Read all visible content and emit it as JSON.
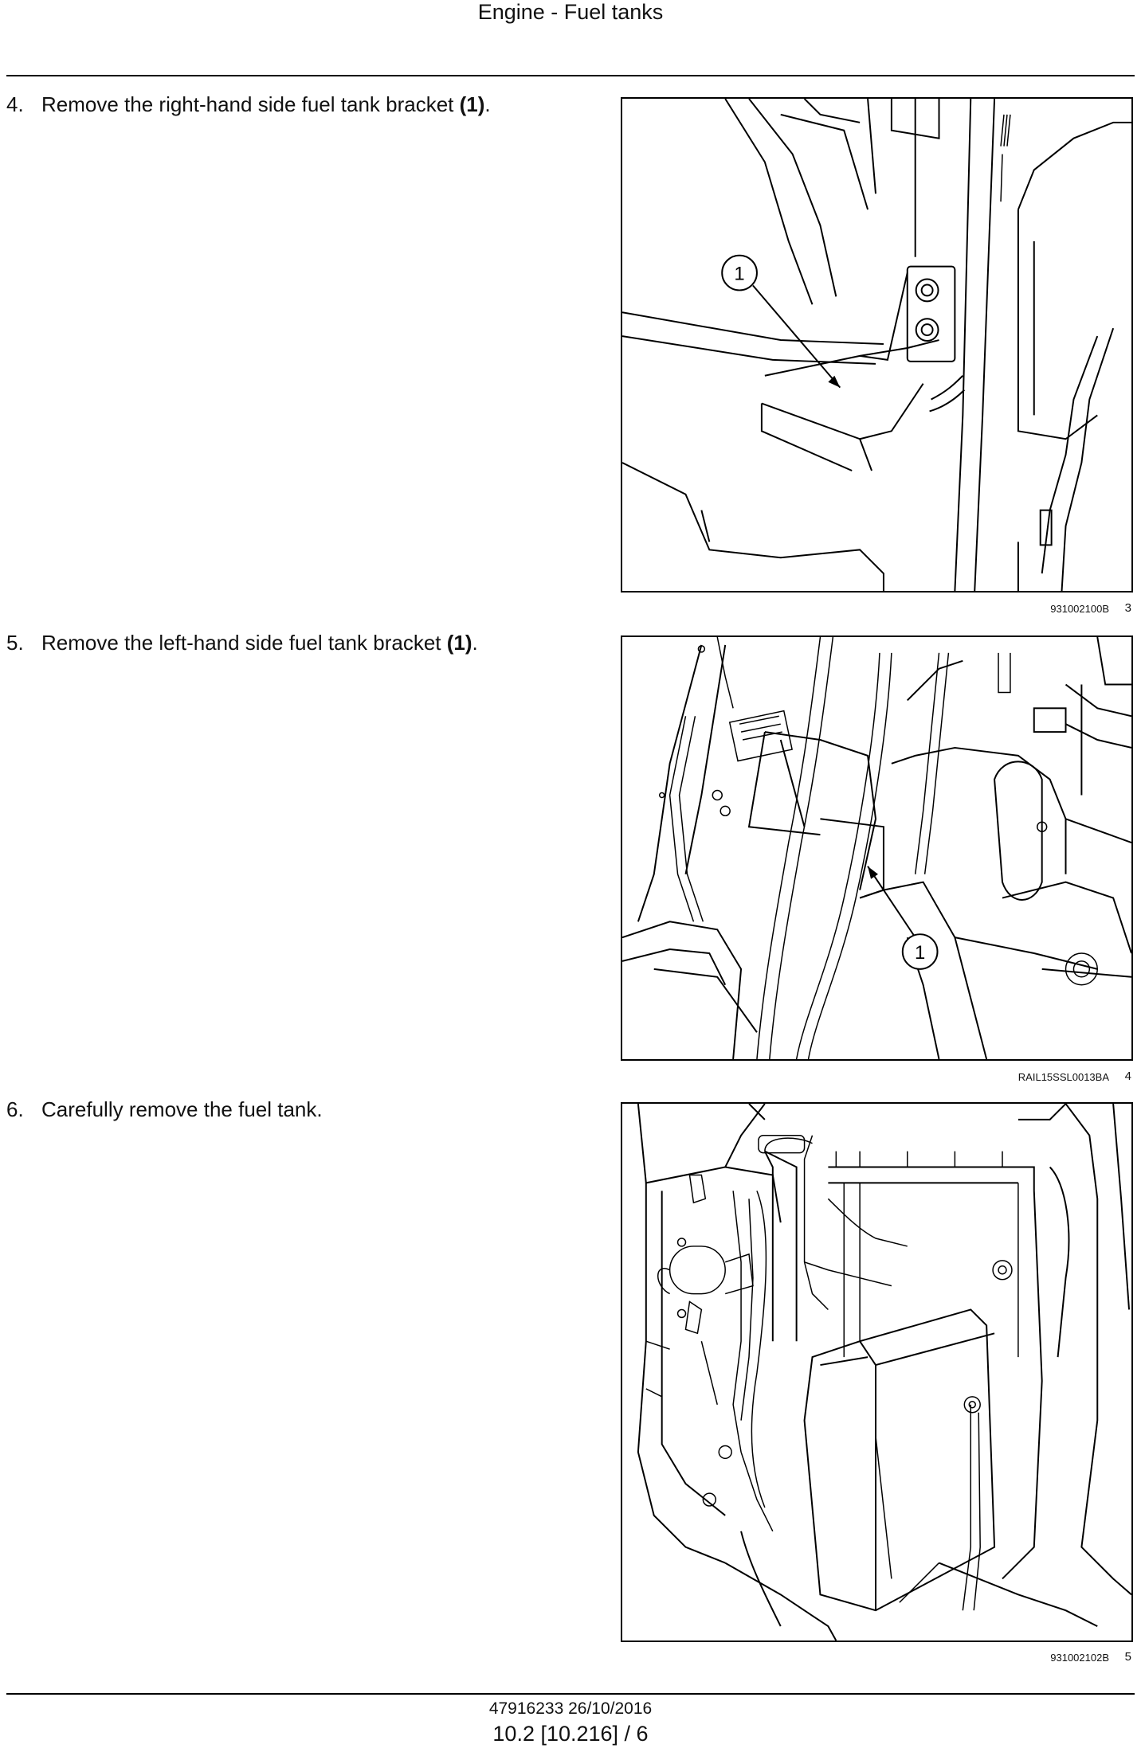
{
  "header": {
    "title": "Engine - Fuel tanks"
  },
  "steps": [
    {
      "number": "4.",
      "text_before": "Remove the right-hand side fuel tank bracket ",
      "ref": "(1)",
      "text_after": ".",
      "figure": {
        "callout": "1",
        "ref_code": "931002100B",
        "fig_number": "3"
      }
    },
    {
      "number": "5.",
      "text_before": "Remove the left-hand side fuel tank bracket ",
      "ref": "(1)",
      "text_after": ".",
      "figure": {
        "callout": "1",
        "ref_code": "RAIL15SSL0013BA",
        "fig_number": "4"
      }
    },
    {
      "number": "6.",
      "text_before": "Carefully remove the fuel tank.",
      "ref": "",
      "text_after": "",
      "figure": {
        "callout": "",
        "ref_code": "931002102B",
        "fig_number": "5"
      }
    }
  ],
  "footer": {
    "doc_code": "47916233 26/10/2016",
    "page_label": "10.2 [10.216] / 6"
  }
}
